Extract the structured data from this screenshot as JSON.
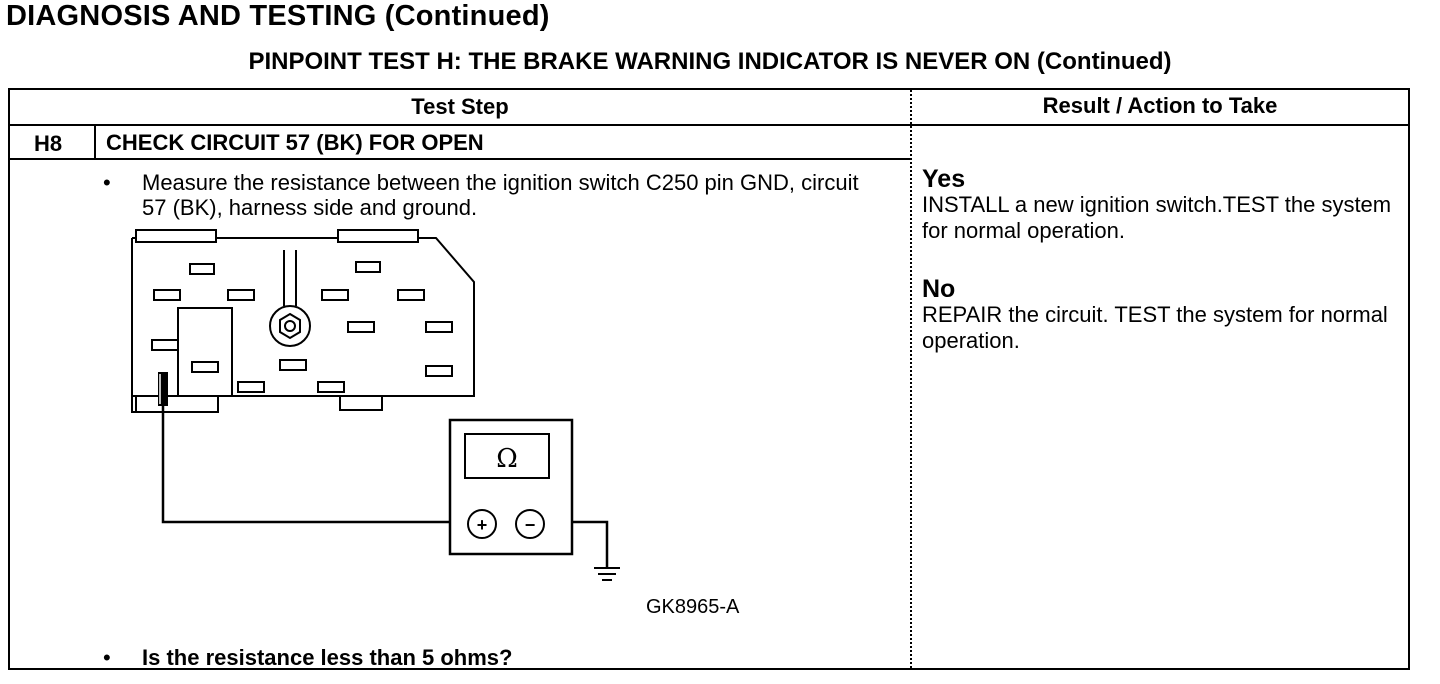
{
  "page": {
    "title": "DIAGNOSIS AND TESTING (Continued)",
    "test_title": "PINPOINT TEST  H: THE BRAKE WARNING INDICATOR IS NEVER ON (Continued)"
  },
  "table": {
    "header_left": "Test Step",
    "header_right": "Result / Action to Take"
  },
  "step": {
    "id": "H8",
    "title": "CHECK CIRCUIT 57 (BK) FOR OPEN",
    "bullet": "•",
    "instruction": "Measure the resistance between the ignition switch C250 pin GND, circuit 57 (BK), harness side and ground.",
    "question": "Is the resistance less than 5 ohms?",
    "figure_id": "GK8965-A",
    "meter_symbol": "Ω",
    "plus": "+",
    "minus": "−"
  },
  "results": {
    "yes_label": "Yes",
    "yes_text": "INSTALL a new ignition switch.TEST the system for normal operation.",
    "no_label": "No",
    "no_text": "REPAIR the circuit. TEST the system for normal operation."
  },
  "icons": {
    "connector": "connector-diagram-icon",
    "ohmmeter": "ohmmeter-icon",
    "ground": "ground-symbol-icon"
  }
}
